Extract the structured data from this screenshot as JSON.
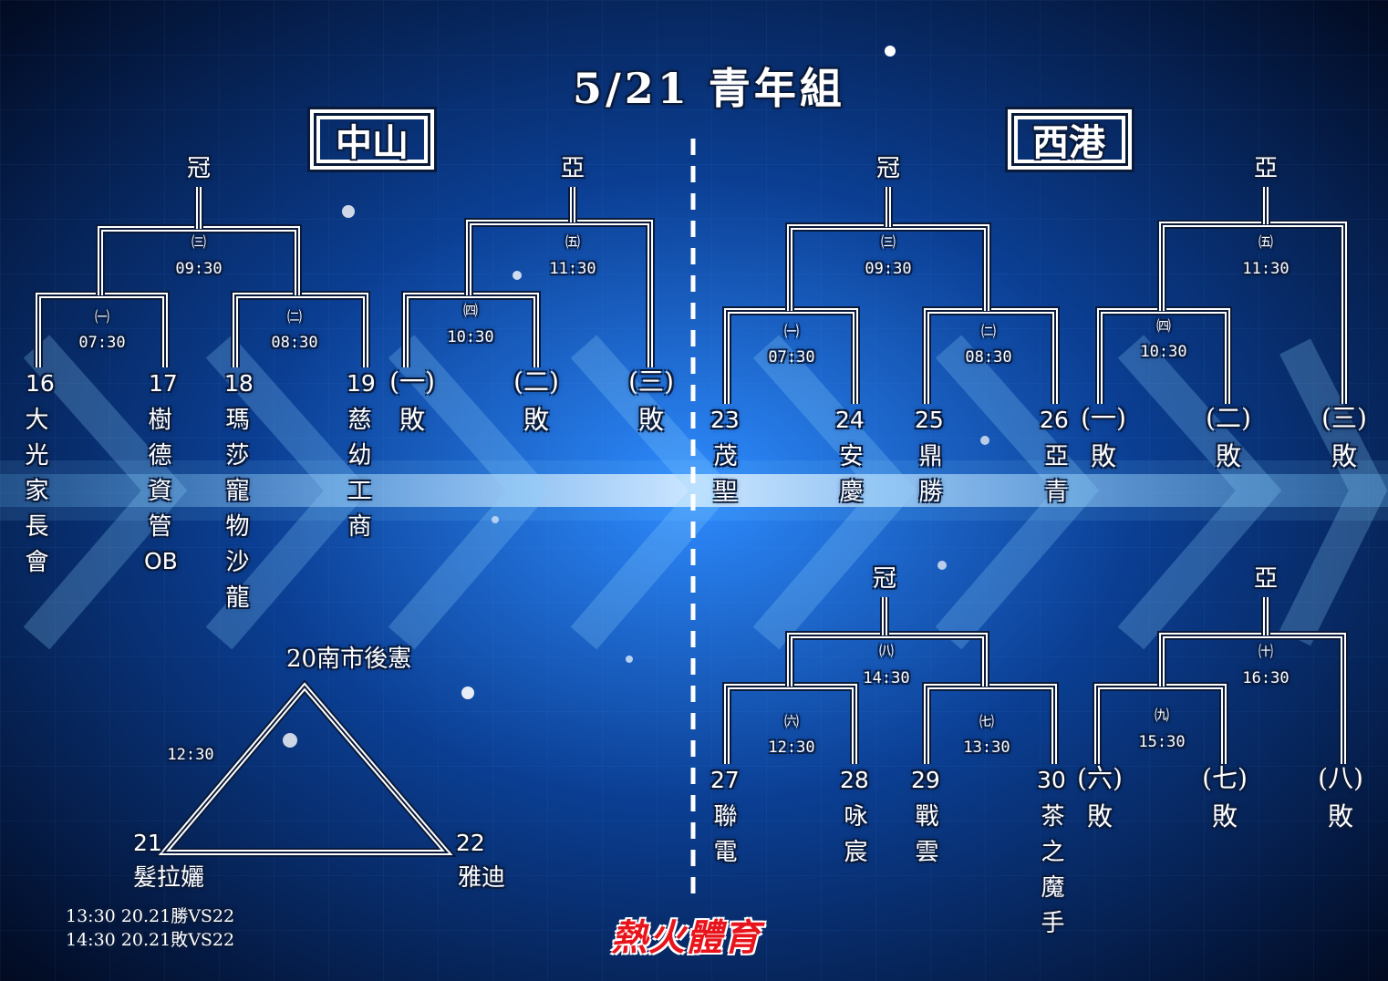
{
  "title": "5/21 青年組",
  "logo": "熱火體育",
  "zhongshan": {
    "venue": "中山",
    "champion": "冠",
    "runner_up": "亞",
    "matches": [
      {
        "round": "㈠",
        "time": "07:30"
      },
      {
        "round": "㈡",
        "time": "08:30"
      },
      {
        "round": "㈢",
        "time": "09:30"
      },
      {
        "round": "㈣",
        "time": "10:30"
      },
      {
        "round": "㈤",
        "time": "11:30"
      }
    ],
    "teams": [
      {
        "no": "16",
        "name": "大光家長會"
      },
      {
        "no": "17",
        "name": "樹德資管",
        "suffix": "OB"
      },
      {
        "no": "18",
        "name": "瑪莎寵物沙龍"
      },
      {
        "no": "19",
        "name": "慈幼工商"
      }
    ],
    "losers": [
      {
        "ref": "(一)",
        "word": "敗"
      },
      {
        "ref": "(二)",
        "word": "敗"
      },
      {
        "ref": "(三)",
        "word": "敗"
      }
    ],
    "triangle": {
      "top": "20南市後憲",
      "left_no": "21",
      "left_name": "髮拉孋",
      "right_no": "22",
      "right_name": "雅迪",
      "time": "12:30"
    },
    "notes": [
      "13:30  20.21勝VS22",
      "14:30  20.21敗VS22"
    ]
  },
  "xigang": {
    "venue": "西港",
    "upper": {
      "champion": "冠",
      "runner_up": "亞",
      "matches": [
        {
          "round": "㈠",
          "time": "07:30"
        },
        {
          "round": "㈡",
          "time": "08:30"
        },
        {
          "round": "㈢",
          "time": "09:30"
        },
        {
          "round": "㈣",
          "time": "10:30"
        },
        {
          "round": "㈤",
          "time": "11:30"
        }
      ],
      "teams": [
        {
          "no": "23",
          "name": "茂聖"
        },
        {
          "no": "24",
          "name": "安慶"
        },
        {
          "no": "25",
          "name": "鼎勝"
        },
        {
          "no": "26",
          "name": "亞青"
        }
      ],
      "losers": [
        {
          "ref": "(一)",
          "word": "敗"
        },
        {
          "ref": "(二)",
          "word": "敗"
        },
        {
          "ref": "(三)",
          "word": "敗"
        }
      ]
    },
    "lower": {
      "champion": "冠",
      "runner_up": "亞",
      "matches": [
        {
          "round": "㈥",
          "time": "12:30"
        },
        {
          "round": "㈦",
          "time": "13:30"
        },
        {
          "round": "㈧",
          "time": "14:30"
        },
        {
          "round": "㈨",
          "time": "15:30"
        },
        {
          "round": "㈩",
          "time": "16:30"
        }
      ],
      "teams": [
        {
          "no": "27",
          "name": "聯電"
        },
        {
          "no": "28",
          "name": "咏宸"
        },
        {
          "no": "29",
          "name": "戰雲"
        },
        {
          "no": "30",
          "name": "茶之魔手"
        }
      ],
      "losers": [
        {
          "ref": "(六)",
          "word": "敗"
        },
        {
          "ref": "(七)",
          "word": "敗"
        },
        {
          "ref": "(八)",
          "word": "敗"
        }
      ]
    }
  },
  "colors": {
    "background": "#03112e",
    "accent": "#1e6fd9",
    "line": "#ffffff",
    "logo": "#e8141c"
  }
}
